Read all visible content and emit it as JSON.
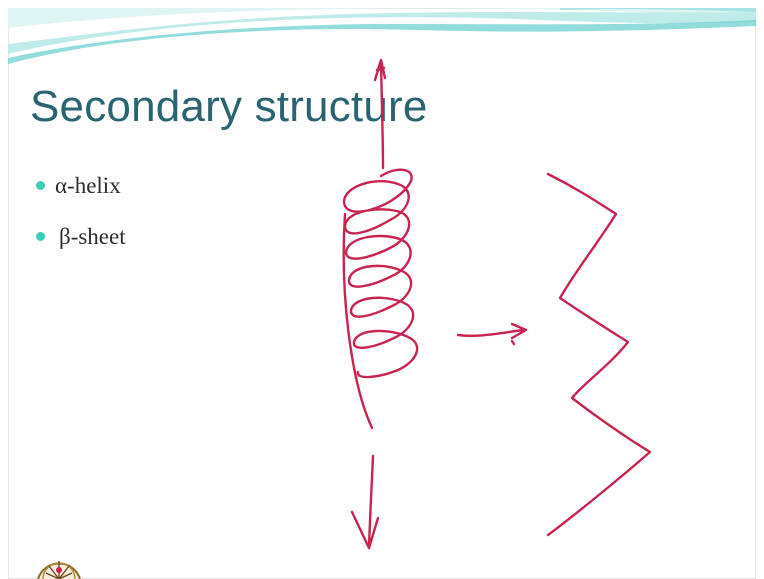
{
  "slide": {
    "title": "Secondary structure",
    "bullets": [
      {
        "label": "α-helix"
      },
      {
        "label": "β-sheet"
      }
    ]
  },
  "colors": {
    "title": "#2a6470",
    "bullet": "#3ccfb8",
    "ink": "#c8244f",
    "swoosh_light": "#bfece9",
    "swoosh_dark": "#6fd0d0"
  },
  "annotations": {
    "icons": [
      "helix-arrow-sketch",
      "zigzag-sheet-sketch",
      "pointer-arrow-sketch",
      "institute-logo-icon"
    ]
  }
}
